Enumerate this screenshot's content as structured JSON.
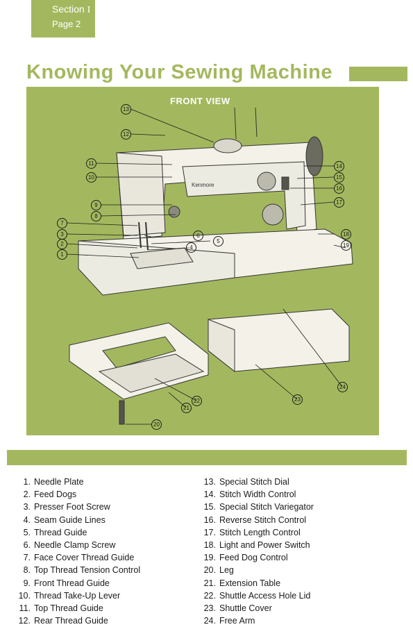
{
  "header": {
    "section_label": "Section",
    "section_numeral": "I",
    "page_label": "Page 2"
  },
  "title": "Knowing Your Sewing Machine",
  "figure": {
    "view_title": "FRONT VIEW",
    "brand": "Kenmore",
    "callouts": [
      "1",
      "2",
      "3",
      "4",
      "5",
      "6",
      "7",
      "8",
      "9",
      "10",
      "11",
      "12",
      "13",
      "14",
      "15",
      "16",
      "17",
      "18",
      "19",
      "20",
      "21",
      "22",
      "23",
      "24"
    ]
  },
  "parts_left": [
    {
      "num": "1.",
      "name": "Needle Plate"
    },
    {
      "num": "2.",
      "name": "Feed Dogs"
    },
    {
      "num": "3.",
      "name": "Presser Foot Screw"
    },
    {
      "num": "4.",
      "name": "Seam Guide Lines"
    },
    {
      "num": "5.",
      "name": "Thread Guide"
    },
    {
      "num": "6.",
      "name": "Needle Clamp Screw"
    },
    {
      "num": "7.",
      "name": "Face Cover Thread Guide"
    },
    {
      "num": "8.",
      "name": "Top Thread Tension Control"
    },
    {
      "num": "9.",
      "name": "Front Thread Guide"
    },
    {
      "num": "10.",
      "name": "Thread Take-Up Lever"
    },
    {
      "num": "11.",
      "name": "Top Thread Guide"
    },
    {
      "num": "12.",
      "name": "Rear Thread Guide"
    }
  ],
  "parts_right": [
    {
      "num": "13.",
      "name": "Special Stitch Dial"
    },
    {
      "num": "14.",
      "name": "Stitch Width Control"
    },
    {
      "num": "15.",
      "name": "Special Stitch Variegator"
    },
    {
      "num": "16.",
      "name": "Reverse Stitch Control"
    },
    {
      "num": "17.",
      "name": "Stitch Length Control"
    },
    {
      "num": "18.",
      "name": "Light and Power Switch"
    },
    {
      "num": "19.",
      "name": "Feed Dog Control"
    },
    {
      "num": "20.",
      "name": "Leg"
    },
    {
      "num": "21.",
      "name": "Extension Table"
    },
    {
      "num": "22.",
      "name": "Shuttle Access Hole Lid"
    },
    {
      "num": "23.",
      "name": "Shuttle Cover"
    },
    {
      "num": "24.",
      "name": "Free Arm"
    }
  ]
}
